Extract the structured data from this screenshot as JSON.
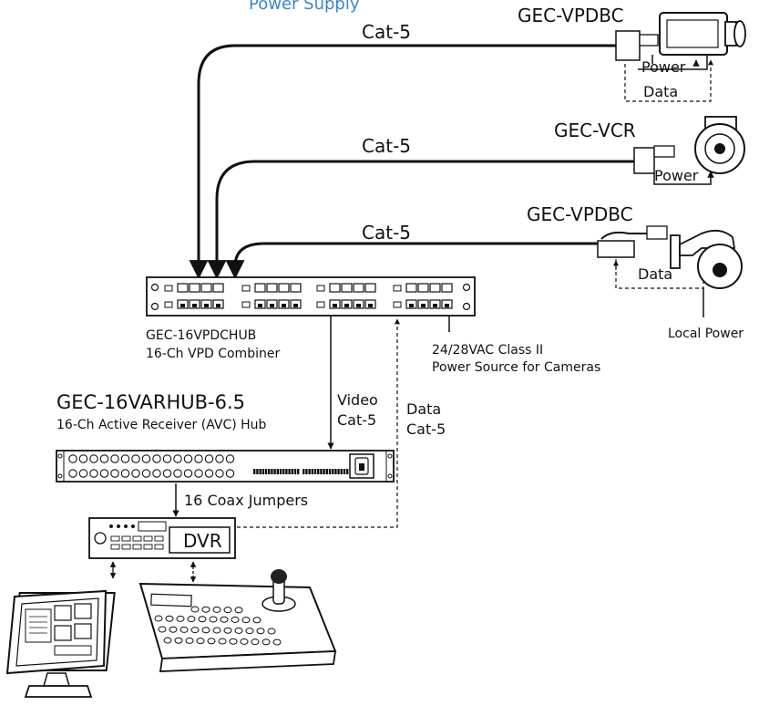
{
  "header": {
    "title_fragment": "Power Supply"
  },
  "colors": {
    "title": "#3a86c8",
    "line": "#111111",
    "background": "#ffffff"
  },
  "cameras": [
    {
      "model": "GEC-VPDBC",
      "cable": "Cat-5",
      "power_label": "Power",
      "data_label": "Data"
    },
    {
      "model": "GEC-VCR",
      "cable": "Cat-5",
      "power_label": "Power"
    },
    {
      "model": "GEC-VPDBC",
      "cable": "Cat-5",
      "data_label": "Data",
      "local_power": "Local Power"
    }
  ],
  "combiner": {
    "model": "GEC-16VPDCHUB",
    "description": "16-Ch VPD Combiner",
    "power_source_line1": "24/28VAC Class II",
    "power_source_line2": "Power Source for Cameras"
  },
  "receiver": {
    "model": "GEC-16VARHUB-6.5",
    "description": "16-Ch Active Receiver (AVC) Hub"
  },
  "links": {
    "video_line1": "Video",
    "video_line2": "Cat-5",
    "data_line1": "Data",
    "data_line2": "Cat-5",
    "coax": "16 Coax Jumpers"
  },
  "dvr": {
    "label": "DVR"
  },
  "icons": [
    "box-camera-icon",
    "dome-camera-icon",
    "ptz-camera-icon",
    "monitor-icon",
    "keyboard-controller-icon"
  ]
}
